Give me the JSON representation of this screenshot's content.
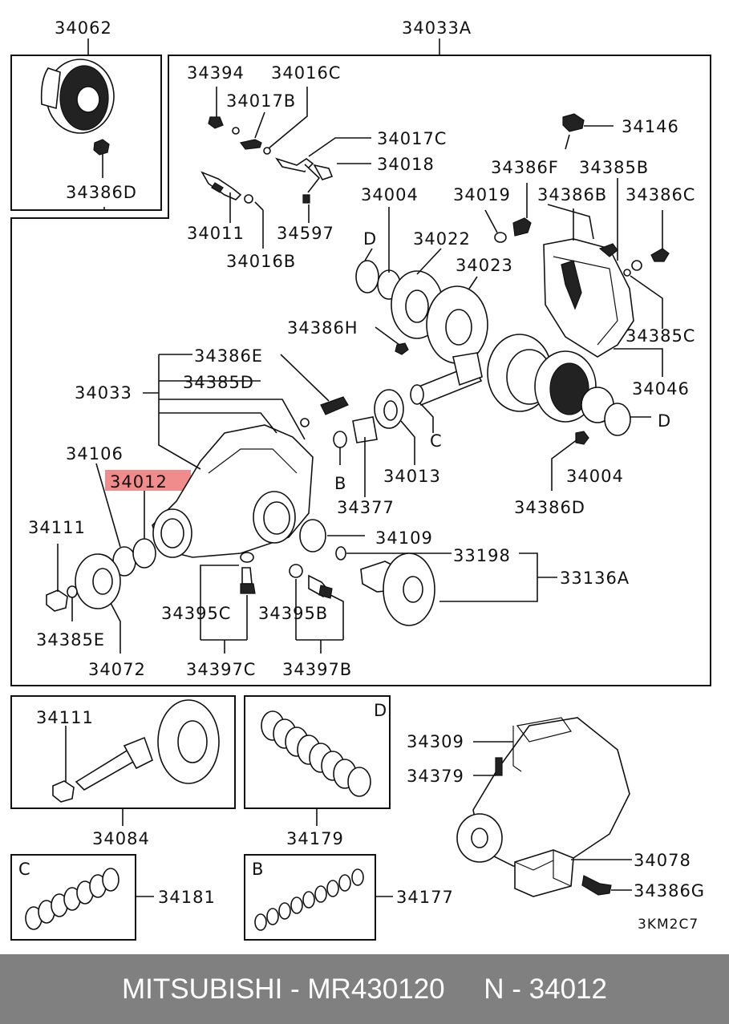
{
  "labels": {
    "p34062": "34062",
    "p34033A": "34033A",
    "p34394": "34394",
    "p34016C": "34016C",
    "p34017B": "34017B",
    "p34017C": "34017C",
    "p34018": "34018",
    "p34146": "34146",
    "p34386F": "34386F",
    "p34385B": "34385B",
    "p34386D_top": "34386D",
    "p34011": "34011",
    "p34597": "34597",
    "p34016B": "34016B",
    "p34004_top": "34004",
    "p34019": "34019",
    "p34386B": "34386B",
    "p34386C": "34386C",
    "d_left": "D",
    "p34022": "34022",
    "p34023": "34023",
    "p34386H": "34386H",
    "p34385C": "34385C",
    "p34386E": "34386E",
    "p34385D": "34385D",
    "p34033": "34033",
    "p34046": "34046",
    "c_mid": "C",
    "d_right": "D",
    "p34106": "34106",
    "p34012": "34012",
    "b_mid": "B",
    "p34013": "34013",
    "p34004_bot": "34004",
    "p34377": "34377",
    "p34386D_bot": "34386D",
    "p34111": "34111",
    "p34109": "34109",
    "p33198": "33198",
    "p33136A": "33136A",
    "p34395C": "34395C",
    "p34395B": "34395B",
    "p34385E": "34385E",
    "p34072": "34072",
    "p34397C": "34397C",
    "p34397B": "34397B",
    "p34111_b": "34111",
    "d_box": "D",
    "p34309": "34309",
    "p34379": "34379",
    "p34084": "34084",
    "p34179": "34179",
    "p34078": "34078",
    "c_box": "C",
    "b_box": "B",
    "p34181": "34181",
    "p34177": "34177",
    "p34386G": "34386G",
    "code": "3KM2C7"
  },
  "highlight_color": "#f08c8c",
  "footer": {
    "brand": "MITSUBISHI",
    "part_number": "MR430120",
    "ref": "N - 34012",
    "background": "#808080"
  }
}
